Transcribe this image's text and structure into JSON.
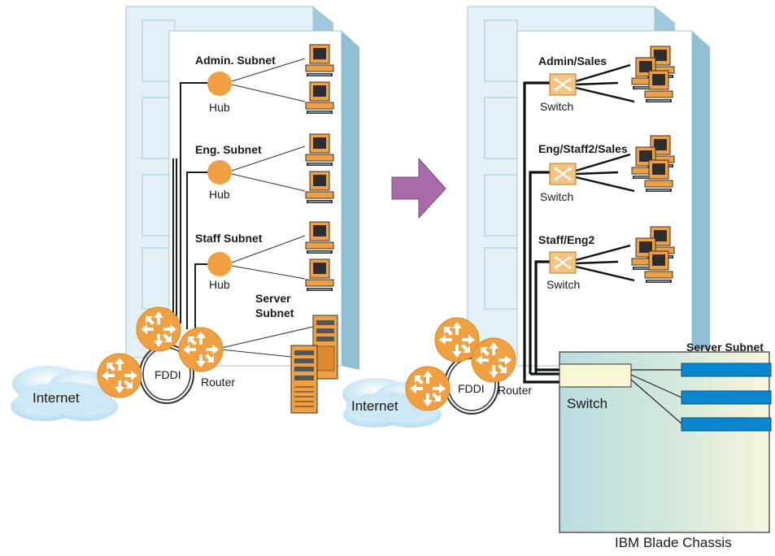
{
  "left": {
    "subnets": [
      "Admin. Subnet",
      "Eng. Subnet",
      "Staff Subnet"
    ],
    "hub_label": "Hub",
    "server_subnet_line1": "Server",
    "server_subnet_line2": "Subnet",
    "fddi": "FDDI",
    "router": "Router",
    "internet": "Internet"
  },
  "right": {
    "groups": [
      "Admin/Sales",
      "Eng/Staff2/Sales",
      "Staff/Eng2"
    ],
    "switch_label": "Switch",
    "fddi": "FDDI",
    "router": "Router",
    "internet": "Internet",
    "chassis_switch": "Switch",
    "server_subnet": "Server Subnet",
    "chassis_caption": "IBM Blade Chassis"
  },
  "colors": {
    "building_face": "#e6f2f6",
    "building_side": "#9fc9da",
    "router_orange": "#f0a040",
    "switch_orange": "#f6c47e",
    "arrow_purple": "#a86aa8",
    "blade_blue": "#0a86d0",
    "cloud_blue": "#a9d7ef"
  }
}
